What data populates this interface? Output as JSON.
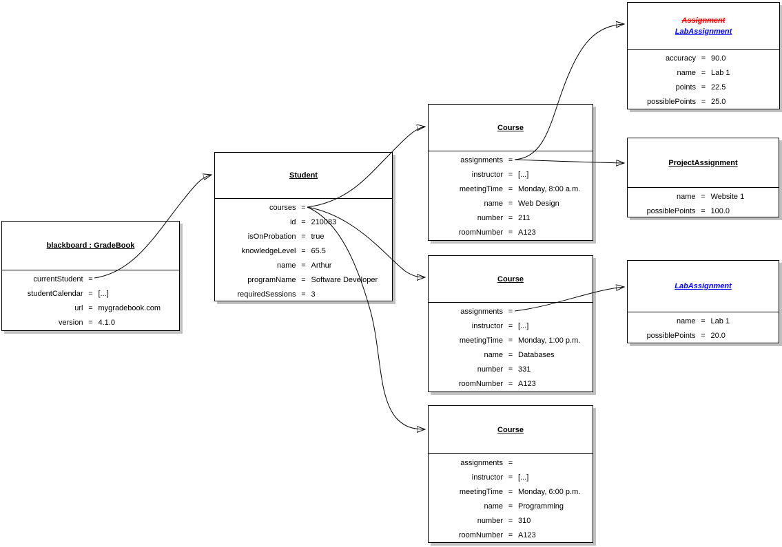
{
  "diagram": {
    "type": "uml-object-diagram",
    "equals": "=",
    "colors": {
      "border": "#000000",
      "shadow": "#c0c0c0",
      "text": "#000000",
      "replaced_class_title": "#ff0000",
      "link_class_title": "#0000ff",
      "background": "#ffffff"
    },
    "objects": {
      "gradebook": {
        "title": "blackboard : GradeBook",
        "fields": [
          {
            "label": "currentStudent",
            "value": ""
          },
          {
            "label": "studentCalendar",
            "value": "[...]"
          },
          {
            "label": "url",
            "value": "mygradebook.com"
          },
          {
            "label": "version",
            "value": "4.1.0"
          }
        ]
      },
      "student": {
        "title": "Student",
        "fields": [
          {
            "label": "courses",
            "value": ""
          },
          {
            "label": "id",
            "value": "210083"
          },
          {
            "label": "isOnProbation",
            "value": "true"
          },
          {
            "label": "knowledgeLevel",
            "value": "65.5"
          },
          {
            "label": "name",
            "value": "Arthur"
          },
          {
            "label": "programName",
            "value": "Software Developer"
          },
          {
            "label": "requiredSessions",
            "value": "3"
          }
        ]
      },
      "course_web_design": {
        "title": "Course",
        "fields": [
          {
            "label": "assignments",
            "value": ""
          },
          {
            "label": "instructor",
            "value": "[...]"
          },
          {
            "label": "meetingTime",
            "value": "Monday, 8:00 a.m."
          },
          {
            "label": "name",
            "value": "Web Design"
          },
          {
            "label": "number",
            "value": "211"
          },
          {
            "label": "roomNumber",
            "value": "A123"
          }
        ]
      },
      "course_databases": {
        "title": "Course",
        "fields": [
          {
            "label": "assignments",
            "value": ""
          },
          {
            "label": "instructor",
            "value": "[...]"
          },
          {
            "label": "meetingTime",
            "value": "Monday, 1:00 p.m."
          },
          {
            "label": "name",
            "value": "Databases"
          },
          {
            "label": "number",
            "value": "331"
          },
          {
            "label": "roomNumber",
            "value": "A123"
          }
        ]
      },
      "course_programming": {
        "title": "Course",
        "fields": [
          {
            "label": "assignments",
            "value": ""
          },
          {
            "label": "instructor",
            "value": "[...]"
          },
          {
            "label": "meetingTime",
            "value": "Monday, 6:00 p.m."
          },
          {
            "label": "name",
            "value": "Programming"
          },
          {
            "label": "number",
            "value": "310"
          },
          {
            "label": "roomNumber",
            "value": "A123"
          }
        ]
      },
      "lab_assignment_1": {
        "title_removed": "Assignment",
        "title_link": "LabAssignment",
        "fields": [
          {
            "label": "accuracy",
            "value": "90.0"
          },
          {
            "label": "name",
            "value": "Lab 1"
          },
          {
            "label": "points",
            "value": "22.5"
          },
          {
            "label": "possiblePoints",
            "value": "25.0"
          }
        ]
      },
      "project_assignment": {
        "title": "ProjectAssignment",
        "fields": [
          {
            "label": "name",
            "value": "Website 1"
          },
          {
            "label": "possiblePoints",
            "value": "100.0"
          }
        ]
      },
      "lab_assignment_2": {
        "title": "LabAssignment",
        "fields": [
          {
            "label": "name",
            "value": "Lab 1"
          },
          {
            "label": "possiblePoints",
            "value": "20.0"
          }
        ]
      }
    },
    "arrows": [
      {
        "from": "gradebook.currentStudent",
        "to": "student"
      },
      {
        "from": "student.courses",
        "to": "course_web_design"
      },
      {
        "from": "student.courses",
        "to": "course_databases"
      },
      {
        "from": "student.courses",
        "to": "course_programming"
      },
      {
        "from": "course_web_design.assignments",
        "to": "lab_assignment_1"
      },
      {
        "from": "course_web_design.assignments",
        "to": "project_assignment"
      },
      {
        "from": "course_databases.assignments",
        "to": "lab_assignment_2"
      }
    ]
  }
}
